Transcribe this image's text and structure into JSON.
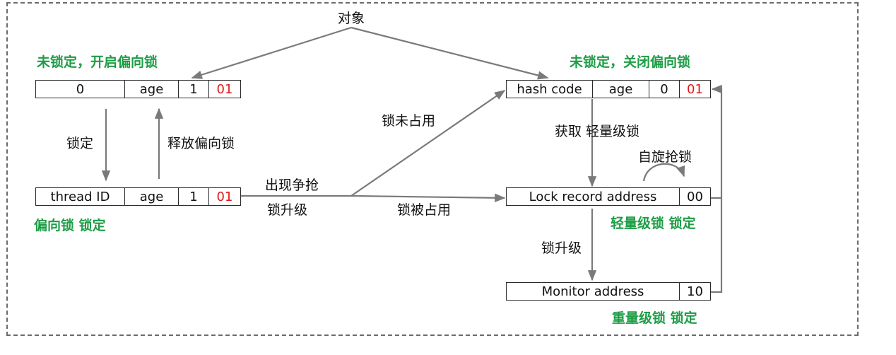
{
  "labels": {
    "object": "对象",
    "unlocked_biased": "未锁定，开启偏向锁",
    "unlocked_no_bias": "未锁定，关闭偏向锁",
    "lock": "锁定",
    "release_bias": "释放偏向锁",
    "biased_locked": "偏向锁  锁定",
    "contention": "出现争抢",
    "upgrade": "锁升级",
    "not_occupied": "锁未占用",
    "occupied": "锁被占用",
    "acquire_lightweight": "获取  轻量级锁",
    "spin": "自旋抢锁",
    "lightweight_locked": "轻量级锁  锁定",
    "upgrade2": "锁升级",
    "heavyweight_locked": "重量级锁  锁定"
  },
  "records": {
    "biased_unlocked": [
      "0",
      "age",
      "1",
      "01"
    ],
    "biased_locked": [
      "thread ID",
      "age",
      "1",
      "01"
    ],
    "normal": [
      "hash code",
      "age",
      "0",
      "01"
    ],
    "lightweight": [
      "Lock record address",
      "00"
    ],
    "heavyweight": [
      "Monitor address",
      "10"
    ]
  },
  "colors": {
    "accent": "#1e9d46",
    "flag": "#e0191b",
    "arrow": "#7a7a7a"
  }
}
